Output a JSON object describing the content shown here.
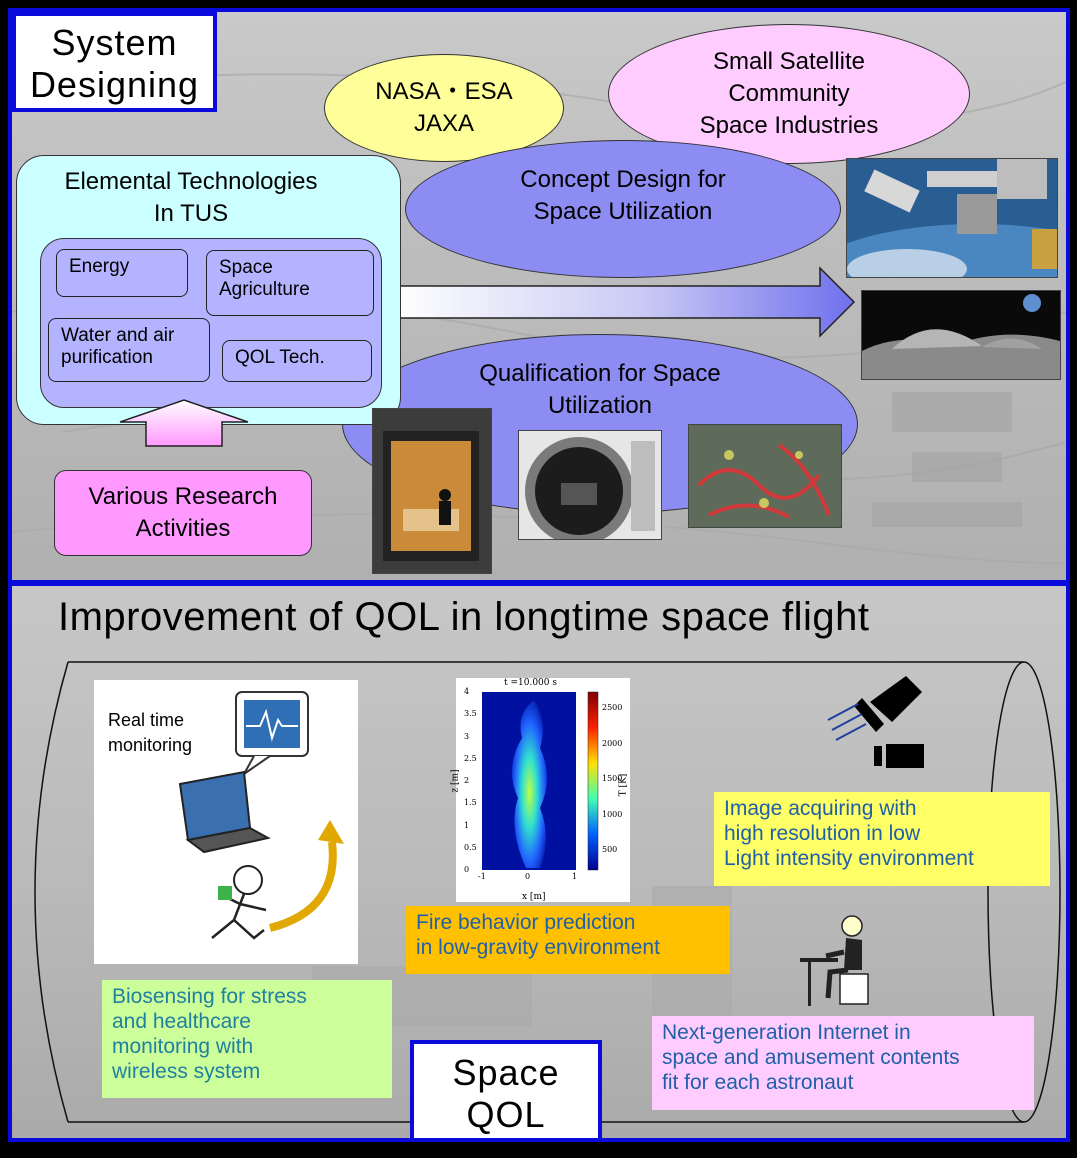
{
  "system_designing": {
    "title": "System\nDesigning",
    "nasa_esa_jaxa": "NASA・ESA\nJAXA",
    "small_satellite": "Small Satellite\nCommunity\nSpace Industries",
    "elemental_title": "Elemental Technologies\nIn TUS",
    "elements": {
      "energy": "Energy",
      "space_agriculture": "Space\nAgriculture",
      "water_air": "Water and air\npurification",
      "qol_tech": "QOL Tech."
    },
    "concept_design": "Concept Design for\nSpace Utilization",
    "qualification": "Qualification for Space\nUtilization",
    "various_research": "Various Research\nActivities"
  },
  "space_qol": {
    "heading": "Improvement of QOL in longtime space flight",
    "badge": "Space\nQOL",
    "real_time_monitoring": "Real time\nmonitoring",
    "biosensing": "Biosensing for stress\nand healthcare\nmonitoring with\nwireless system",
    "fire_behavior": "Fire behavior prediction\nin low-gravity environment",
    "image_acquiring": "Image acquiring with\nhigh resolution in low\nLight intensity environment",
    "next_gen_internet": "Next-generation Internet in\nspace and amusement contents\nfit for each astronaut",
    "fire_plot": {
      "time_label": "t =10.000 s",
      "x_label": "x [m]",
      "y_label": "z [m]",
      "colorbar_label": "T [K]",
      "x_ticks": [
        "-1",
        "0",
        "1"
      ],
      "y_ticks": [
        "4",
        "3.5",
        "3",
        "2.5",
        "2",
        "1.5",
        "1",
        "0.5",
        "0"
      ],
      "colorbar_ticks": [
        "2500",
        "2000",
        "1500",
        "1000",
        "500"
      ]
    }
  },
  "colors": {
    "border_blue": "#0a0adc",
    "elemental_bg": "#ccffff",
    "ellipse_purple": "#8c8cf2",
    "nasa_yellow": "#ffff99",
    "satellite_pink": "#ffccff",
    "research_pink": "#ff99ff",
    "note_green": "#ccff99",
    "note_orange": "#ffc000",
    "note_yellow": "#ffff66",
    "note_pink": "#ffccff"
  }
}
